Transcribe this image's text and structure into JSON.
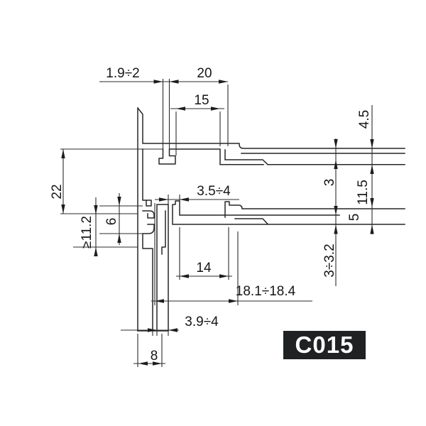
{
  "drawing": {
    "badge": "C015",
    "dims": {
      "hook_wall_thickness": "1.9÷2",
      "top_outer_width": "20",
      "top_inner_width": "15",
      "right_top_depth": "4.5",
      "left_total_height": "22",
      "mid_gap": "3.5÷4",
      "right_step": "3",
      "right_mid_height": "11.5",
      "left_min_height": "≥11.2",
      "left_clip_height": "6",
      "right_lower_depth": "5",
      "right_bottom_thickness": "3÷3.2",
      "bottom_inner_width": "14",
      "bottom_outer_width": "18.1÷18.4",
      "bottom_wall_thickness": "3.9÷4",
      "bottom_channel_width": "8"
    }
  }
}
